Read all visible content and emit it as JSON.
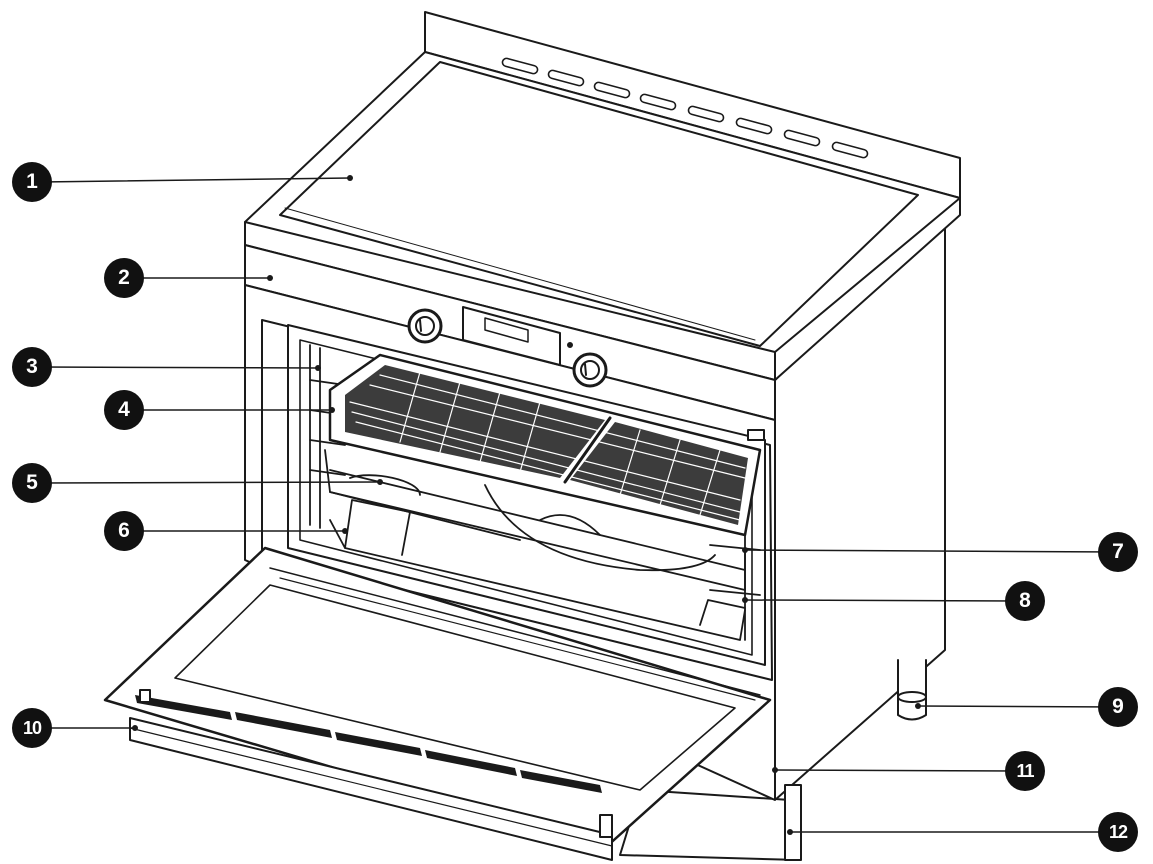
{
  "callouts": [
    {
      "label": "1",
      "side": "left"
    },
    {
      "label": "2",
      "side": "left"
    },
    {
      "label": "3",
      "side": "left"
    },
    {
      "label": "4",
      "side": "left"
    },
    {
      "label": "5",
      "side": "left"
    },
    {
      "label": "6",
      "side": "left"
    },
    {
      "label": "7",
      "side": "right"
    },
    {
      "label": "8",
      "side": "right"
    },
    {
      "label": "9",
      "side": "right"
    },
    {
      "label": "10",
      "side": "left"
    },
    {
      "label": "11",
      "side": "right"
    },
    {
      "label": "12",
      "side": "right"
    }
  ],
  "colors": {
    "line": "#1a1a1a",
    "badge": "#111111",
    "badge_text": "#ffffff",
    "fill": "#ffffff"
  }
}
